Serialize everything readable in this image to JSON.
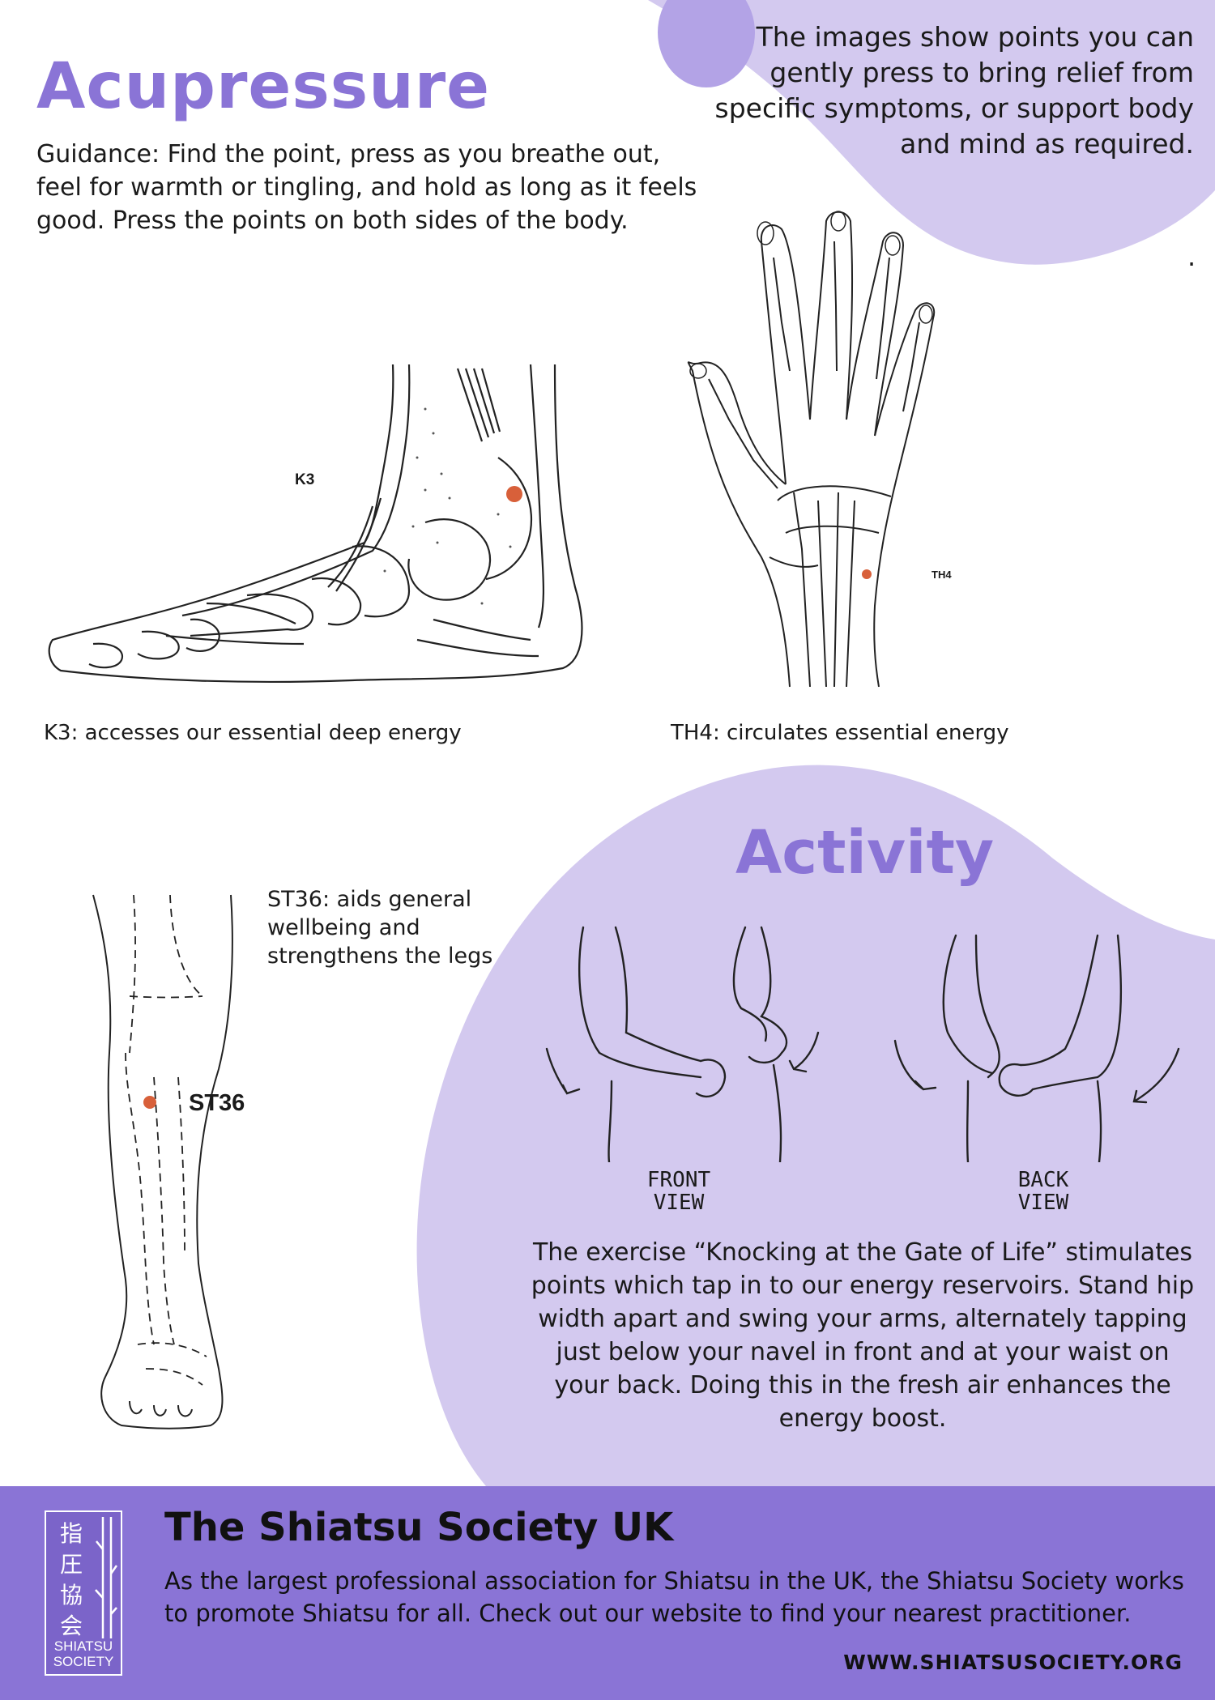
{
  "header": {
    "title": "Acupressure",
    "guidance": "Guidance: Find the point, press as you breathe out, feel for warmth or tingling, and hold as long as it feels good. Press the points on both sides of the body.",
    "intro": "The images show points you can gently press to bring relief from specific symptoms, or support body and mind as required.",
    "dot": "."
  },
  "points": {
    "k3": {
      "label": "K3",
      "caption": "K3: accesses our essential deep energy"
    },
    "th4": {
      "label": "TH4",
      "caption": "TH4: circulates essential energy"
    },
    "st36": {
      "label": "ST36",
      "caption": "ST36: aids general wellbeing and strengthens the legs"
    }
  },
  "activity": {
    "title": "Activity",
    "front_view": "FRONT VIEW",
    "back_view": "BACK VIEW",
    "text": "The exercise “Knocking at the Gate of Life” stimulates points which tap in to our energy reservoirs. Stand hip width apart and swing your arms, alternately tapping just below your navel in front and at your waist on your back. Doing this in the fresh air enhances the energy boost."
  },
  "footer": {
    "logo_kanji": "指圧協会",
    "logo_text": "SHIATSU SOCIETY",
    "title": "The Shiatsu Society UK",
    "text": "As the largest professional association for Shiatsu in the UK, the Shiatsu Society works to promote Shiatsu for all. Check out our website to find your nearest practitioner.",
    "url": "WWW.SHIATSUSOCIETY.ORG"
  },
  "colors": {
    "accent": "#8a74d6",
    "blob": "#d3c9ef",
    "blob_dark": "#b3a3e6",
    "point": "#d8603a"
  }
}
